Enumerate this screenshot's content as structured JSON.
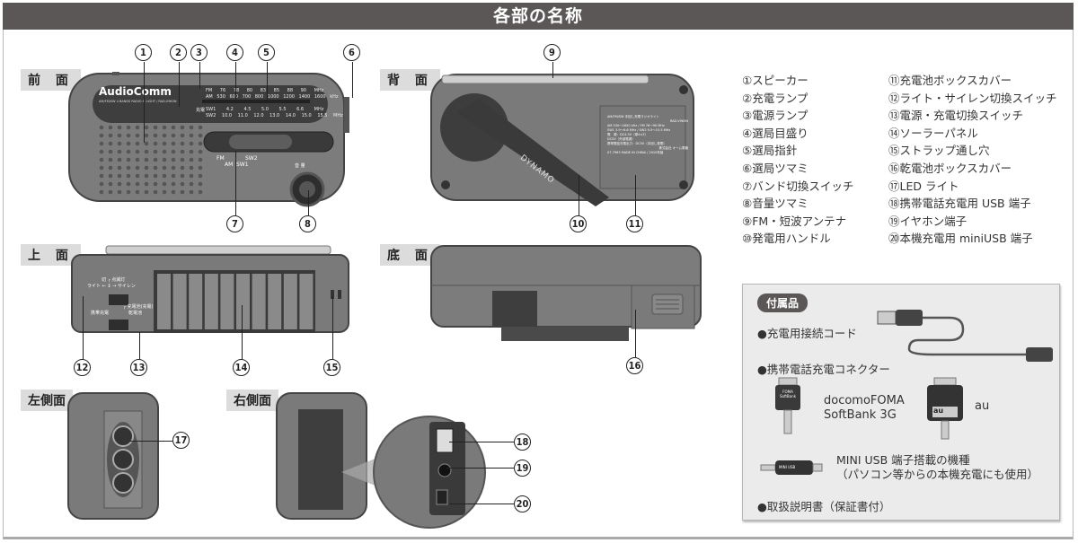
{
  "header": {
    "title": "各部の名称"
  },
  "views": {
    "front": "前 面",
    "back": "背 面",
    "top": "上 面",
    "bottom": "底 面",
    "left_side": "左側面",
    "right_side": "右側面"
  },
  "callouts": [
    "①",
    "②",
    "③",
    "④",
    "⑤",
    "⑥",
    "⑦",
    "⑧",
    "⑨",
    "⑩",
    "⑪",
    "⑫",
    "⑬",
    "⑭",
    "⑮",
    "⑯",
    "⑰",
    "⑱",
    "⑲",
    "⑳"
  ],
  "callout_numbers": [
    "1",
    "2",
    "3",
    "4",
    "5",
    "6",
    "7",
    "8",
    "9",
    "10",
    "11",
    "12",
    "13",
    "14",
    "15",
    "16",
    "17",
    "18",
    "19",
    "20"
  ],
  "device": {
    "brand": "AudioComm",
    "brand_sub": "AM/FM/SW 4 BANDS RADIO & LIGHT / RAD-V963N",
    "dial_fm": [
      "FM",
      "76",
      "78",
      "80",
      "83",
      "85",
      "88",
      "90",
      "MHz"
    ],
    "dial_am": [
      "AM",
      "530",
      "600",
      "700",
      "800",
      "1000",
      "1200",
      "1400",
      "1600",
      "kHz"
    ],
    "dial_sw1": [
      "SW1",
      "4.2",
      "4.5",
      "5.0",
      "5.5",
      "6.6",
      "MHz"
    ],
    "dial_sw2": [
      "SW2",
      "10.0",
      "11.0",
      "12.0",
      "13.0",
      "14.0",
      "15.0",
      "15.5",
      "MHz"
    ],
    "band_switch": {
      "fm": "FM",
      "am": "AM",
      "sw1": "SW1",
      "sw2": "SW2"
    },
    "volume_label": "音 量",
    "charge_label": "充電",
    "handle_logo": "DYNAMO",
    "rear_label": {
      "title": "AM/FM/SW 手回し充電ラジオライト",
      "model": "RAD-V963N",
      "line1": "AM 530〜1650 kHz / FM 76〜90 MHz",
      "line2": "SW1 3.9〜6.6 MHz / SW2 9.5〜15.5 MHz",
      "line3": "電　源：DC4.5V（単4×3）",
      "line4": "DC5V（外部電源）",
      "line5": "携帯電話充電出力：DC5V（手回し発電）",
      "maker": "株式会社 オーム電機",
      "code": "07-7963",
      "origin": "MADE IN CHINA / 2010年製"
    },
    "top_switch1": "ライト ← ↕ → サイレン",
    "top_switch1_sub": "切 ┌ 点滅灯",
    "top_switch2_left": "携帯充電",
    "top_switch2_right": "乾電池",
    "top_switch2_sub": "┌ 充電池(充電)"
  },
  "parts_list": [
    "①スピーカー",
    "②充電ランプ",
    "③電源ランプ",
    "④選局目盛り",
    "⑤選局指針",
    "⑥選局ツマミ",
    "⑦バンド切換スイッチ",
    "⑧音量ツマミ",
    "⑨FM・短波アンテナ",
    "⑩発電用ハンドル",
    "⑪充電池ボックスカバー",
    "⑫ライト・サイレン切換スイッチ",
    "⑬電源・充電切換スイッチ",
    "⑭ソーラーパネル",
    "⑮ストラップ通し穴",
    "⑯乾電池ボックスカバー",
    "⑰LED ライト",
    "⑱携帯電話充電用 USB 端子",
    "⑲イヤホン端子",
    "⑳本機充電用 miniUSB 端子"
  ],
  "accessories": {
    "title": "付属品",
    "cord": "●充電用接続コード",
    "connector": "●携帯電話充電コネクター",
    "docomo_line1": "docomoFOMA",
    "docomo_line2": "SoftBank 3G",
    "docomo_plug_label1": "FOMA",
    "docomo_plug_label2": "SoftBank",
    "au": "au",
    "au_plug_label": "au",
    "miniusb_line1": "MINI USB 端子搭載の機種",
    "miniusb_line2": "（パソコン等からの本機充電にも使用）",
    "miniusb_plug_label": "MINI USB",
    "manual": "●取扱説明書（保証書付）"
  },
  "colors": {
    "header_bg": "#5b5757",
    "body_gray": "#7a7a7a",
    "dark_gray": "#3d3d3d",
    "label_bg": "#dcdcdc",
    "accessory_bg": "#ebebeb"
  }
}
